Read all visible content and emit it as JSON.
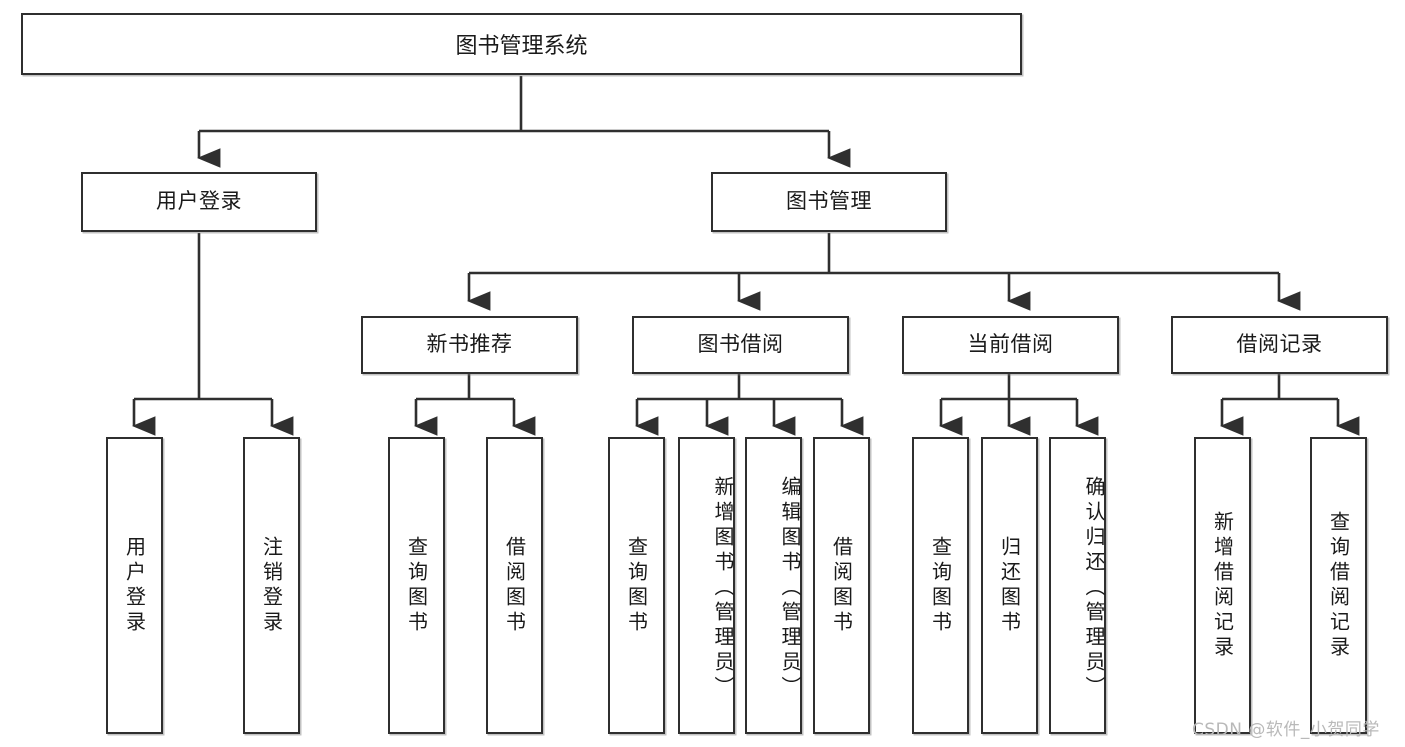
{
  "diagram": {
    "title": "图书管理系统",
    "type": "tree-hierarchy-diagram",
    "colors": {
      "box_border": "#2f2f2f",
      "box_fill": "#ffffff",
      "connector": "#2f2f2f",
      "watermark": "#b9b9b9",
      "background": "#ffffff"
    },
    "root": {
      "label": "图书管理系统"
    },
    "level2": [
      {
        "label": "用户登录"
      },
      {
        "label": "图书管理"
      }
    ],
    "level3": [
      {
        "label": "新书推荐"
      },
      {
        "label": "图书借阅"
      },
      {
        "label": "当前借阅"
      },
      {
        "label": "借阅记录"
      }
    ],
    "leaves": {
      "user_login": [
        {
          "label": "用户登录"
        },
        {
          "label": "注销登录"
        }
      ],
      "new_book_recommend": [
        {
          "label": "查询图书"
        },
        {
          "label": "借阅图书"
        }
      ],
      "book_borrow": [
        {
          "label": "查询图书"
        },
        {
          "label": "新增图书（管理员）"
        },
        {
          "label": "编辑图书（管理员）"
        },
        {
          "label": "借阅图书"
        }
      ],
      "current_borrow": [
        {
          "label": "查询图书"
        },
        {
          "label": "归还图书"
        },
        {
          "label": "确认归还（管理员）"
        }
      ],
      "borrow_record": [
        {
          "label": "新增借阅记录"
        },
        {
          "label": "查询借阅记录"
        }
      ]
    },
    "watermark": "CSDN @软件_小贺同学"
  }
}
